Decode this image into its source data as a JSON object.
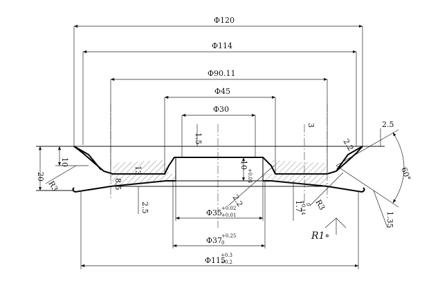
{
  "drawing": {
    "dimensions": {
      "d120": "Φ120",
      "d114": "Φ114",
      "d90": "Φ90.11",
      "d45": "Φ45",
      "d30": "Φ30",
      "d35": "Φ35",
      "d35_tol_upper": "+0.02",
      "d35_tol_lower": "+0.01",
      "d37": "Φ37",
      "d37_tol_upper": "+0.25",
      "d37_tol_lower": "0",
      "d115": "Φ115",
      "d115_tol_upper": "+0.3",
      "d115_tol_lower": "+0.2",
      "h20": "20",
      "h10": "10",
      "r3_left": "R3",
      "r3_right": "R3",
      "d1_5": "1.5",
      "d13": "13",
      "d8_5": "8.5",
      "d2_5_bottom": "2.5",
      "d10_center": "10",
      "d10_tol": "+0.04",
      "d2_2": "2.2",
      "d1_7": "1.7",
      "d1_7_tol_upper": "+0.14",
      "d1_7_tol_lower": "0",
      "d3": "3",
      "d2_5_right": "2.5",
      "d2_2_right": "2.2",
      "d60": "60°",
      "d1_35": "1.35"
    },
    "handwriting": "R1∘"
  }
}
